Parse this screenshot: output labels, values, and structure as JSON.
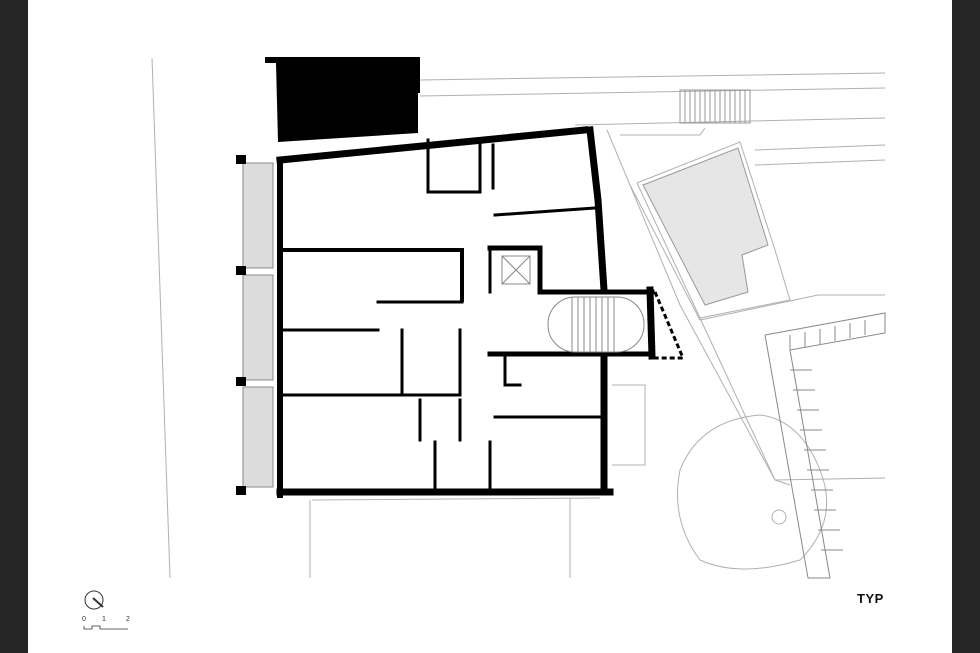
{
  "sheet": {
    "level_label": "TYP",
    "scale_bar": {
      "ticks": [
        "0",
        "1",
        "2"
      ]
    },
    "north_arrow_icon": "north-arrow-icon",
    "frame_color": "#262626",
    "wall_color": "#000000",
    "context_line_color": "#b0b0b0"
  }
}
